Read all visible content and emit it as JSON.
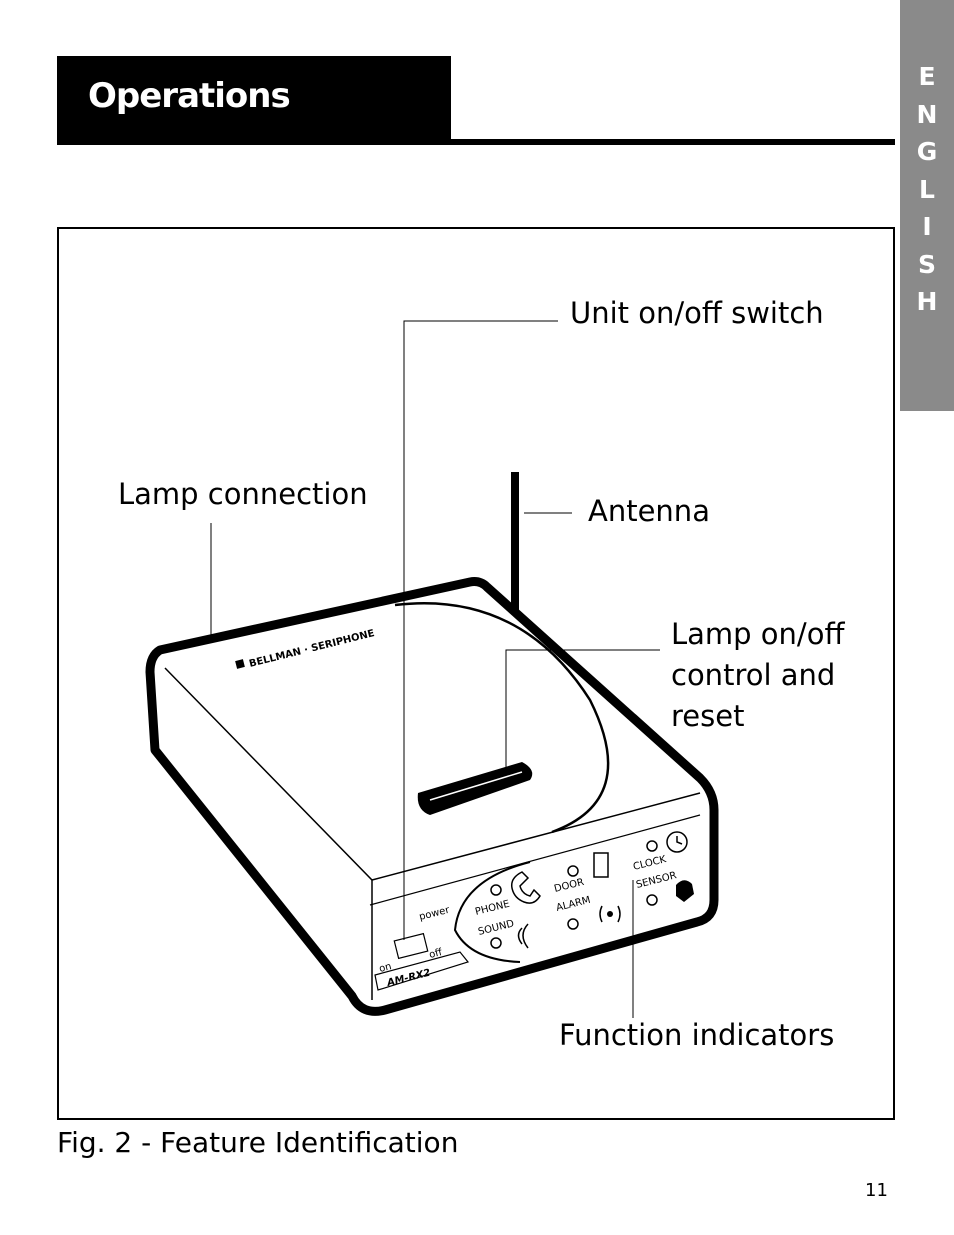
{
  "header": {
    "title": "Operations"
  },
  "language_tab": {
    "letters": [
      "E",
      "N",
      "G",
      "L",
      "I",
      "S",
      "H"
    ]
  },
  "figure": {
    "callouts": {
      "unit_switch": "Unit on/off switch",
      "lamp_connection": "Lamp connection",
      "antenna": "Antenna",
      "lamp_control": "Lamp on/off control and reset",
      "function_indicators": "Function indicators"
    },
    "device_labels": {
      "brand": "BELLMAN · SERIPHONE",
      "power": "power",
      "on": "on",
      "off": "off",
      "model": "AM-RX2",
      "phone": "PHONE",
      "sound": "SOUND",
      "door": "DOOR",
      "alarm": "ALARM",
      "clock": "CLOCK",
      "sensor": "SENSOR"
    },
    "caption": "Fig. 2 - Feature Identification"
  },
  "page_number": "11"
}
